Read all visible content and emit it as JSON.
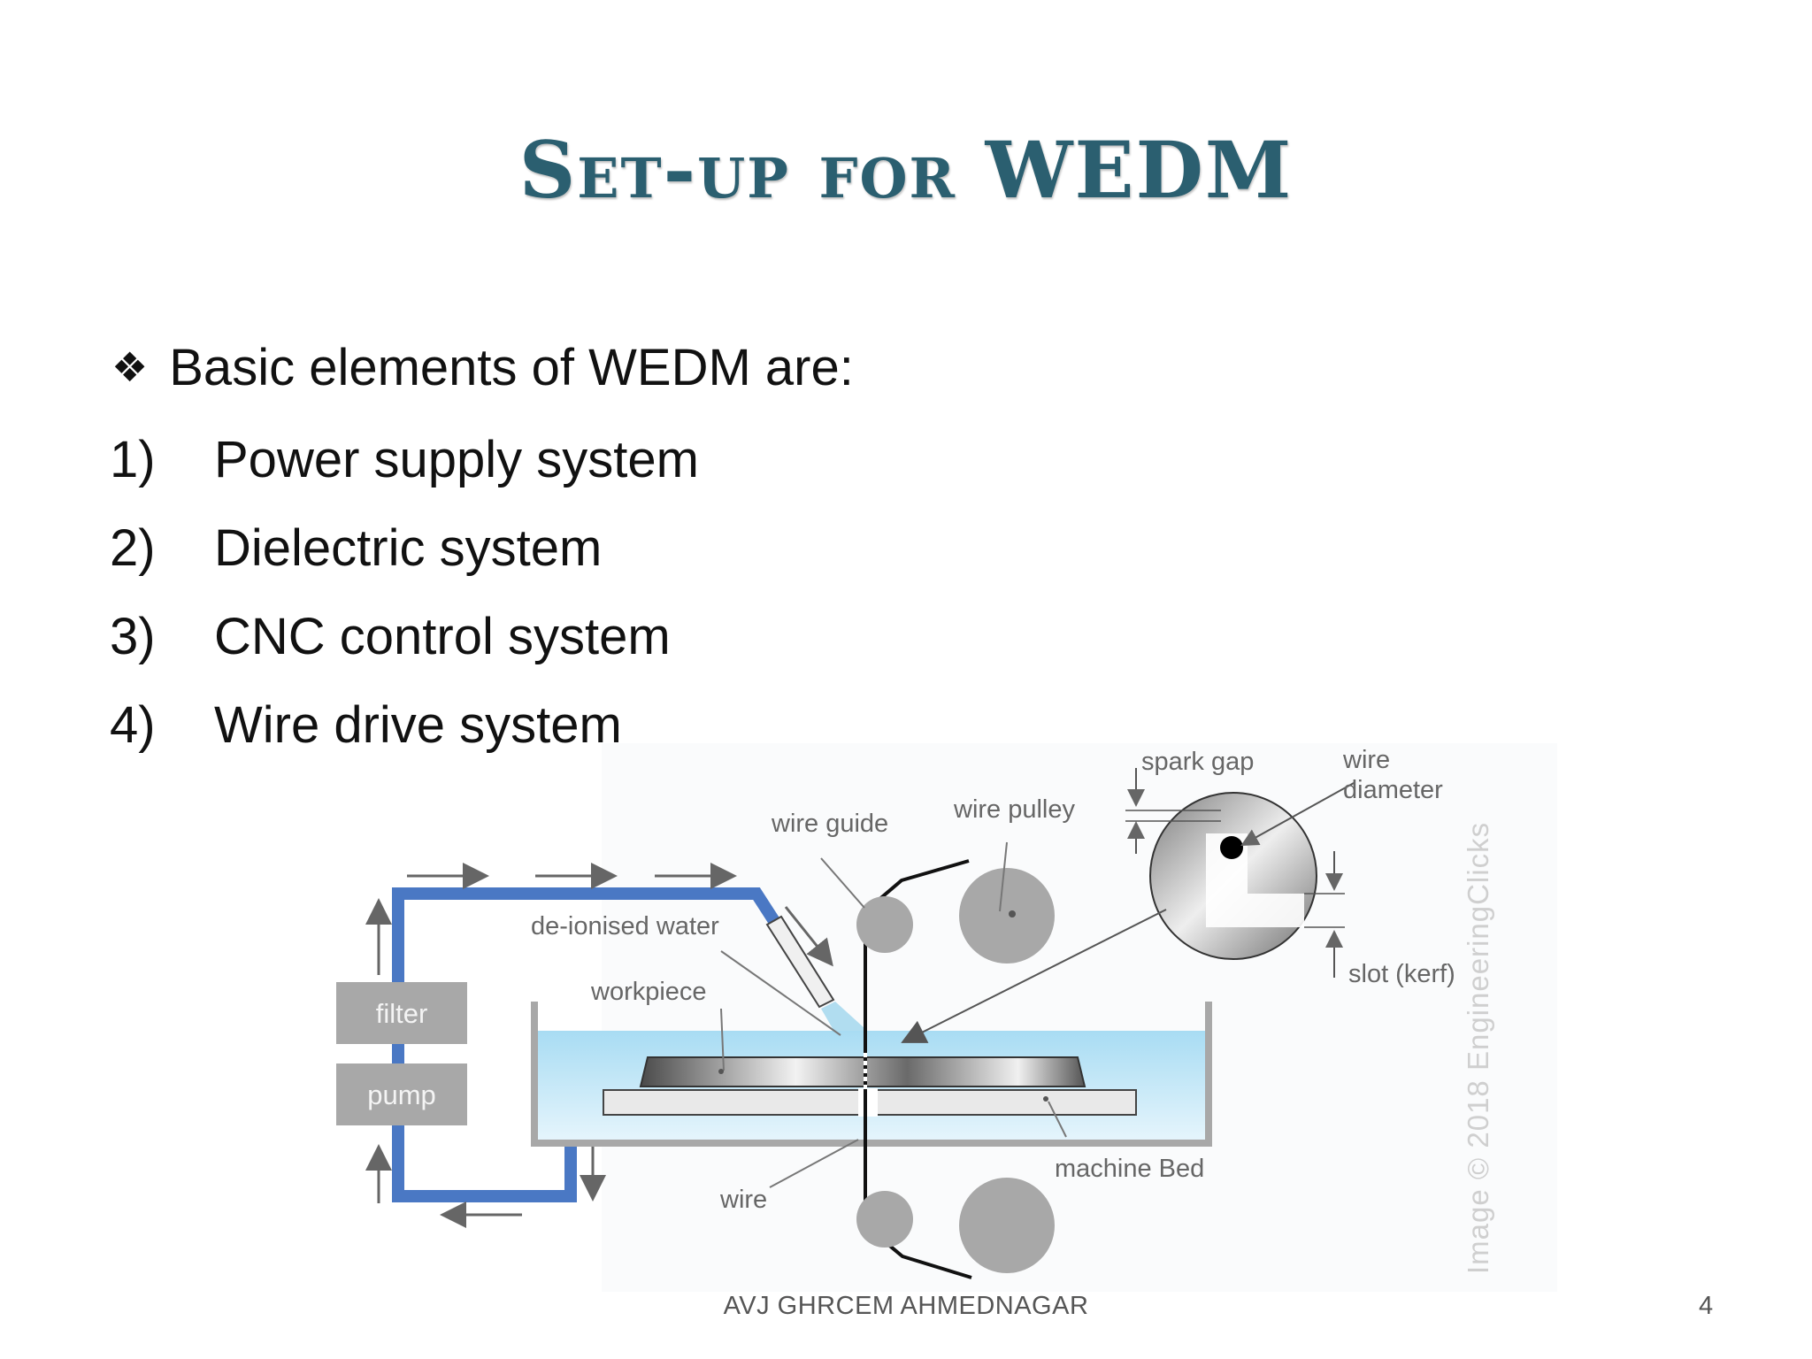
{
  "slide": {
    "title": "Set-up for WEDM",
    "intro": "Basic elements of WEDM are:",
    "bullet_icon": "diamond-cluster-icon",
    "items": [
      {
        "num": "1)",
        "text": "Power supply system"
      },
      {
        "num": "2)",
        "text": "Dielectric system"
      },
      {
        "num": "3)",
        "text": "CNC control system"
      },
      {
        "num": "4)",
        "text": "Wire drive system"
      }
    ],
    "footer": "AVJ GHRCEM AHMEDNAGAR",
    "page_number": "4"
  },
  "diagram": {
    "labels": {
      "spark_gap": "spark gap",
      "wire": "wire",
      "diameter": "diameter",
      "wire_pulley": "wire pulley",
      "wire_guide": "wire guide",
      "deionised_water": "de-ionised water",
      "workpiece": "workpiece",
      "filter": "filter",
      "pump": "pump",
      "slot_kerf": "slot (kerf)",
      "machine_bed": "machine Bed",
      "wire_bottom": "wire",
      "watermark": "Image © 2018 EngineeringClicks"
    },
    "colors": {
      "pipe": "#4a78c4",
      "box": "#a8a8a8",
      "water": "#bfe3f5",
      "label": "#666666"
    }
  }
}
